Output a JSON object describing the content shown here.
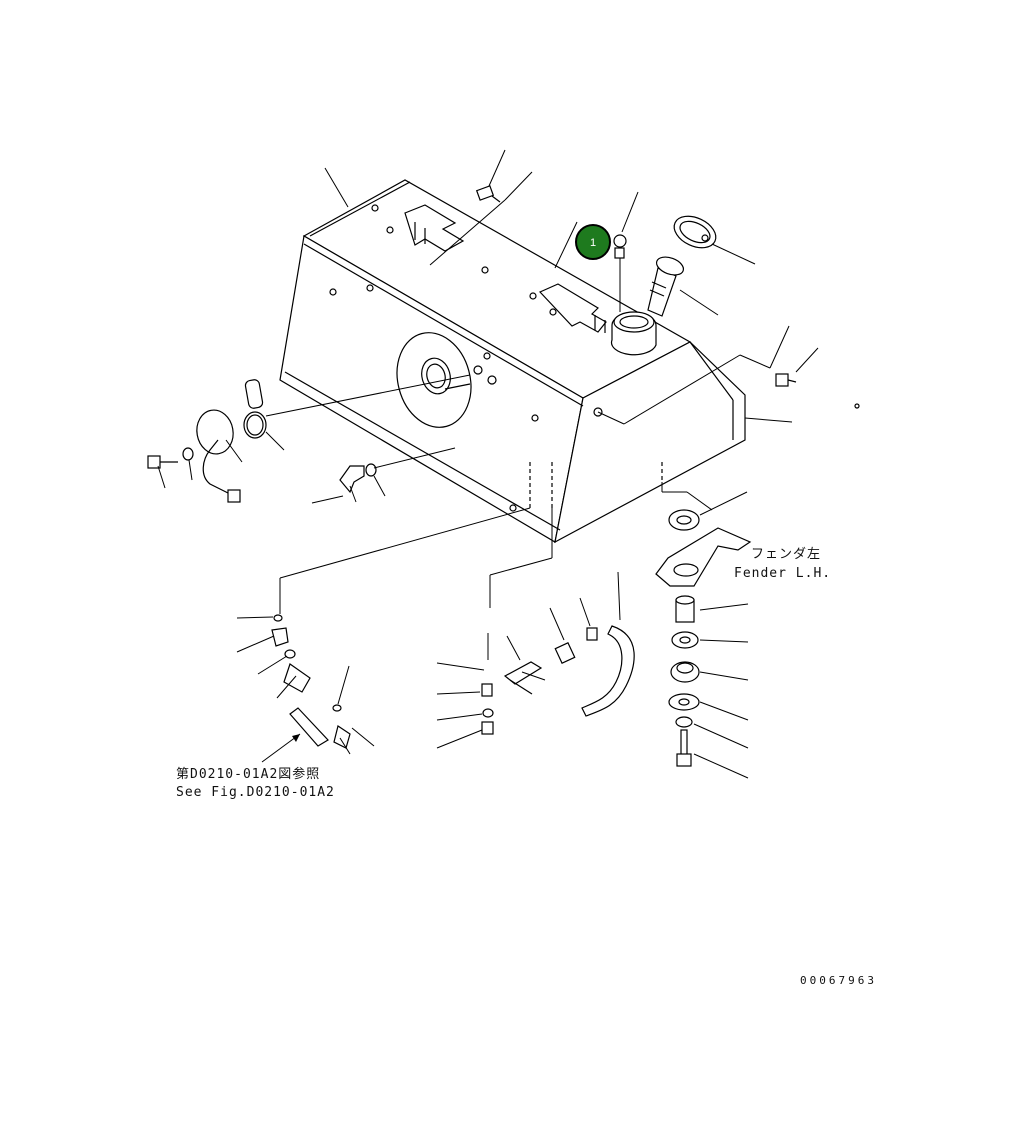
{
  "callout": {
    "number": "1",
    "color": "#1e7a1e"
  },
  "labels": {
    "fender_jp": "フェンダ左",
    "fender_en": "Fender L.H.",
    "see_fig_jp": "第D0210-01A2図参照",
    "see_fig_en": "See Fig.D0210-01A2"
  },
  "drawing_code": "00067963"
}
